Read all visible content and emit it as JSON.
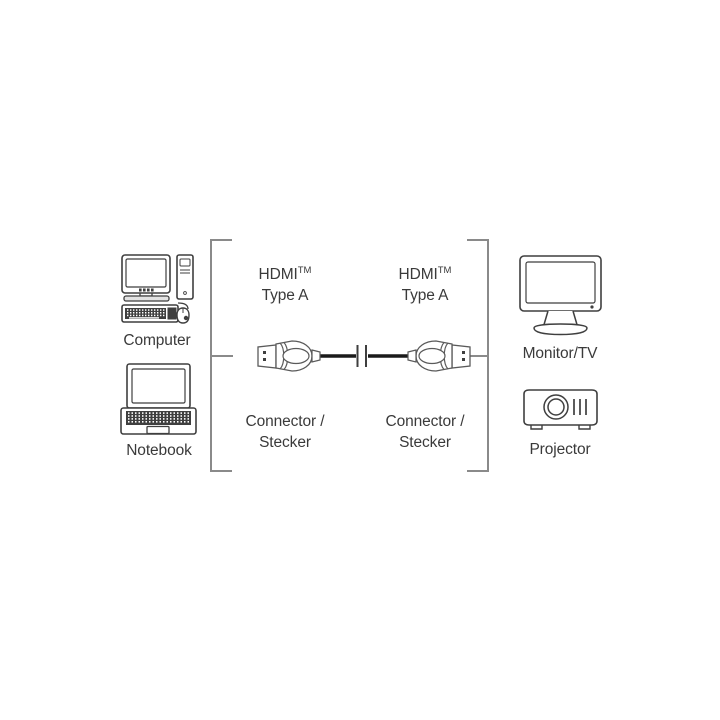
{
  "diagram": {
    "title": "HDMI cable connection diagram",
    "background_color": "#ffffff",
    "line_color": "#3f3f3f",
    "text_color": "#3a3a3a",
    "bracket_color": "#8a8a8a",
    "cable_color": "#1a1a1a"
  },
  "left_group": {
    "devices": [
      {
        "icon": "desktop-computer-icon",
        "label": "Computer"
      },
      {
        "icon": "notebook-laptop-icon",
        "label": "Notebook"
      }
    ]
  },
  "right_group": {
    "devices": [
      {
        "icon": "monitor-tv-icon",
        "label": "Monitor/TV"
      },
      {
        "icon": "projector-icon",
        "label": "Projector"
      }
    ]
  },
  "cable": {
    "icon": "hdmi-cable-icon",
    "break_symbol": "cable-break-icon",
    "left_end": {
      "type_line1": "HDMI",
      "trademark": "TM",
      "type_line2": "Type A",
      "connector_label": "Connector /\nStecker"
    },
    "right_end": {
      "type_line1": "HDMI",
      "trademark": "TM",
      "type_line2": "Type A",
      "connector_label": "Connector /\nStecker"
    }
  }
}
